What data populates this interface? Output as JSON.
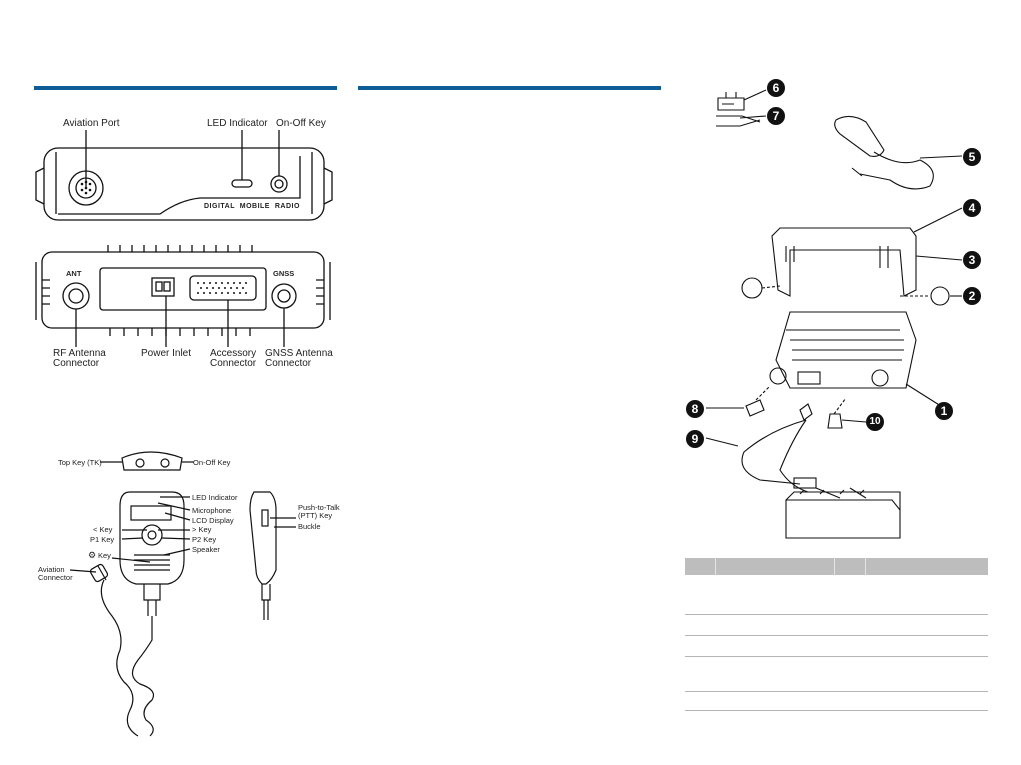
{
  "radio_front": {
    "aviation_port": "Aviation Port",
    "led_indicator": "LED Indicator",
    "on_off_key": "On-Off Key",
    "panel_text": "DIGITAL  MOBILE  RADIO"
  },
  "radio_rear": {
    "ant_label": "ANT",
    "gnss_label": "GNSS",
    "rf_antenna": "RF Antenna\nConnector",
    "power_inlet": "Power Inlet",
    "accessory": "Accessory\nConnector",
    "gnss_antenna": "GNSS Antenna\nConnector"
  },
  "microphone": {
    "top_key": "Top Key (TK)",
    "on_off_key": "On-Off Key",
    "led_indicator": "LED Indicator",
    "microphone": "Microphone",
    "lcd_display": "LCD Display",
    "left_key": "< Key",
    "right_key": "> Key",
    "p1_key": "P1 Key",
    "p2_key": "P2 Key",
    "speaker": "Speaker",
    "gear_key": "Key",
    "aviation_connector": "Aviation\nConnector",
    "ptt_key": "Push-to-Talk\n(PTT) Key",
    "buckle": "Buckle"
  },
  "callouts": [
    "1",
    "2",
    "3",
    "4",
    "5",
    "6",
    "7",
    "8",
    "9",
    "10"
  ]
}
